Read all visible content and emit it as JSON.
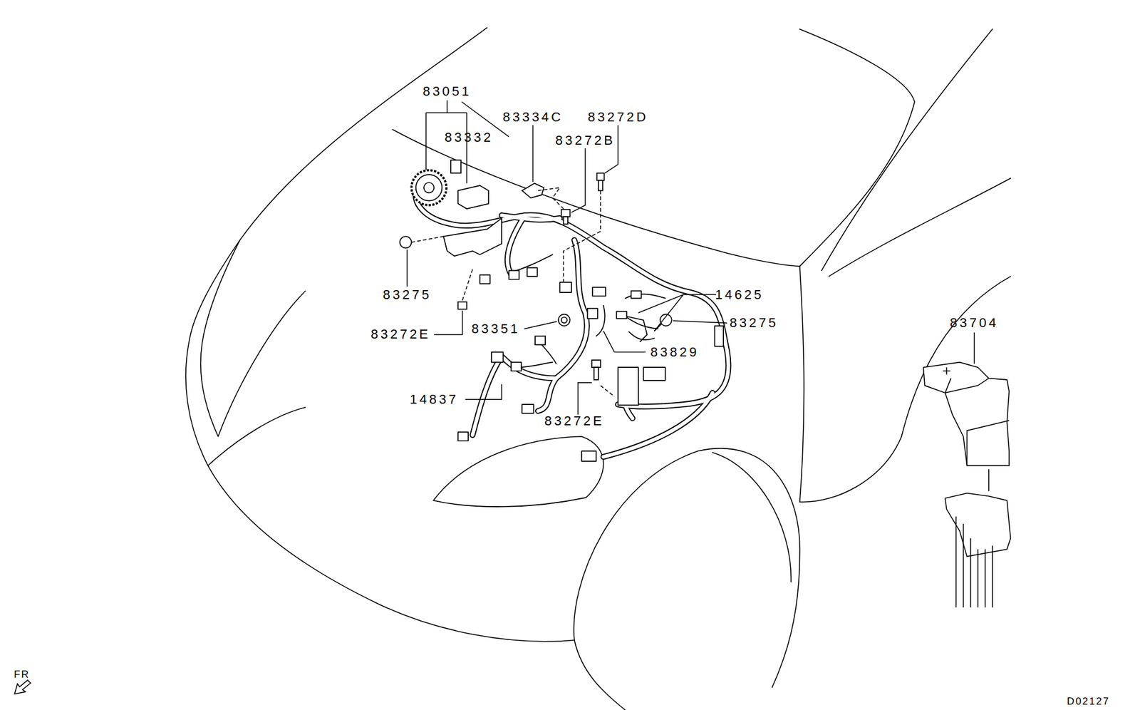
{
  "diagram": {
    "labels": [
      "83051",
      "83334C",
      "83272D",
      "83332",
      "83272B",
      "83275",
      "14625",
      "83275",
      "83272E",
      "83351",
      "83829",
      "83704",
      "14837",
      "83272E",
      "FR",
      "D02127"
    ]
  }
}
